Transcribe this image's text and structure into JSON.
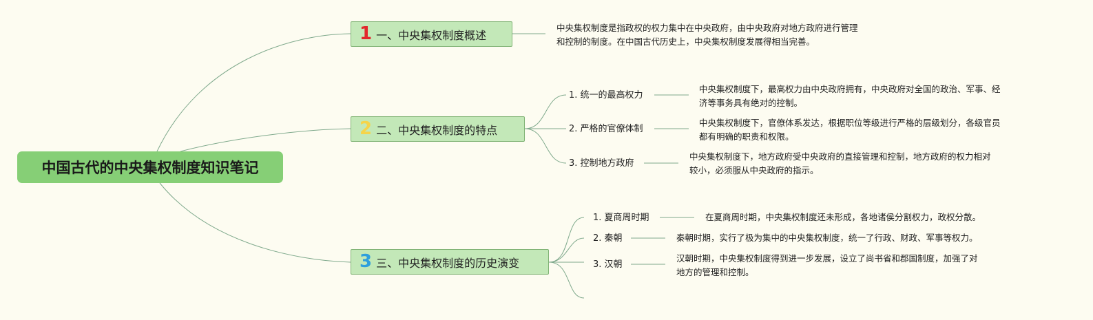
{
  "root": {
    "title": "中国古代的中央集权制度知识笔记"
  },
  "colors": {
    "background": "#fdfcf1",
    "root_fill": "#86cf76",
    "branch_fill": "#c3e8b8",
    "connector": "#7fa98c",
    "num_1": "#e2282d",
    "num_2": "#f5d44a",
    "num_3": "#2e9fdc"
  },
  "branches": [
    {
      "num": "1",
      "label": "一、中央集权制度概述",
      "note": [
        "中央集权制度是指政权的权力集中在中央政府，由中央政府对地方政府进行管理",
        "和控制的制度。在中国古代历史上，中央集权制度发展得相当完善。"
      ]
    },
    {
      "num": "2",
      "label": "二、中央集权制度的特点",
      "children": [
        {
          "label": "1. 统一的最高权力",
          "note": [
            "中央集权制度下，最高权力由中央政府拥有，中央政府对全国的政治、军事、经",
            "济等事务具有绝对的控制。"
          ]
        },
        {
          "label": "2. 严格的官僚体制",
          "note": [
            "中央集权制度下，官僚体系发达，根据职位等级进行严格的层级划分，各级官员",
            "都有明确的职责和权限。"
          ]
        },
        {
          "label": "3. 控制地方政府",
          "note": [
            "中央集权制度下，地方政府受中央政府的直接管理和控制，地方政府的权力相对",
            "较小，必须服从中央政府的指示。"
          ]
        }
      ]
    },
    {
      "num": "3",
      "label": "三、中央集权制度的历史演变",
      "children": [
        {
          "label": "1. 夏商周时期",
          "note": [
            "在夏商周时期，中央集权制度还未形成，各地诸侯分割权力，政权分散。"
          ]
        },
        {
          "label": "2. 秦朝",
          "note": [
            "秦朝时期，实行了极为集中的中央集权制度，统一了行政、财政、军事等权力。"
          ]
        },
        {
          "label": "3. 汉朝",
          "note": [
            "汉朝时期，中央集权制度得到进一步发展，设立了尚书省和郡国制度，加强了对",
            "地方的管理和控制。"
          ]
        }
      ]
    }
  ]
}
